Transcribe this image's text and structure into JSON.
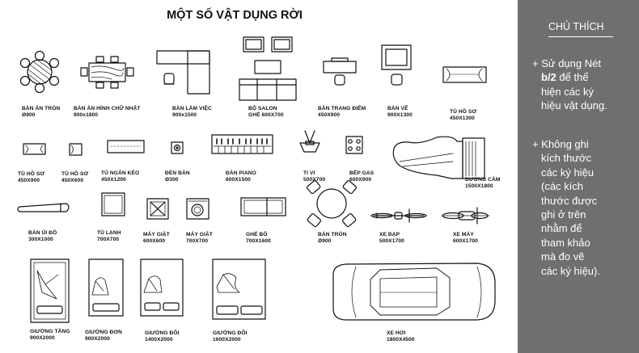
{
  "title": "MỘT SỐ VẬT DỤNG RỜI",
  "labels": {
    "ban_an_tron": [
      "BÀN ĂN TRÒN",
      "Ø900"
    ],
    "ban_an_hcn": [
      "BÀN ĂN HÌNH CHỮ NHẬT",
      "900x1800"
    ],
    "ban_lam_viec": [
      "BÀN LÀM VIỆC",
      "900x1500"
    ],
    "bo_salon": [
      "BỘ SALON",
      "GHẾ 600X700"
    ],
    "ban_trang_diem": [
      "BÀN TRANG ĐIỂM",
      "450X900"
    ],
    "ban_ve": [
      "BÀN VẼ",
      "900X1300"
    ],
    "tu_ho_so_1": [
      "TỦ HỒ SƠ",
      "450X1300"
    ],
    "tu_ho_so_2": [
      "TỦ HỒ SƠ",
      "450X900"
    ],
    "tu_ho_so_3": [
      "TỦ HỒ SƠ",
      "450X600"
    ],
    "tu_ngan_keo": [
      "TỦ NGĂN KÉO",
      "450X1200"
    ],
    "den_ban": [
      "ĐÈN BÀN",
      "Ø300"
    ],
    "dan_piano": [
      "ĐÀN PIANO",
      "600X1500"
    ],
    "ti_vi": [
      "TI VI",
      "500X700"
    ],
    "bep_gas": [
      "BẾP GAS",
      "600X900"
    ],
    "duong_cam": [
      "DƯƠNG CẦM",
      "1500X1800"
    ],
    "ban_ui_do": [
      "BÀN ỦI ĐỒ",
      "300X1000"
    ],
    "tu_lanh": [
      "TỦ LẠNH",
      "700X700"
    ],
    "may_giat_1": [
      "MÁY GIẶT",
      "600X600"
    ],
    "may_giat_2": [
      "MÁY GIẶT",
      "700X700"
    ],
    "ghe_bo": [
      "GHẾ BỐ",
      "700X1600"
    ],
    "ban_tron": [
      "BÀN TRÒN",
      "Ø900"
    ],
    "xe_dap": [
      "XE ĐẠP",
      "500X1700"
    ],
    "xe_may": [
      "XE MÁY",
      "600X1700"
    ],
    "giuong_tang": [
      "GIƯỜNG TẦNG",
      "900X2000"
    ],
    "giuong_don": [
      "GIƯỜNG ĐƠN",
      "900X2000"
    ],
    "giuong_doi_1": [
      "GIƯỜNG ĐÔI",
      "1400X2000"
    ],
    "giuong_doi_2": [
      "GIƯỜNG ĐÔI",
      "1600X2000"
    ],
    "xe_hoi": [
      "XE HƠI",
      "1800X4500"
    ]
  },
  "sidebar": {
    "heading": "CHÚ THÍCH",
    "note1": {
      "lines": [
        "+ Sử dụng Nét"
      ],
      "bold_part": "b/2",
      "after_bold": " để thể",
      "rest": [
        "hiện các ký",
        "hiệu vật dụng."
      ]
    },
    "note2": {
      "lines": [
        "+ Không ghi",
        "kích thước",
        "các ký hiệu",
        "(các kích",
        "thước được",
        "ghi ở trên",
        "nhằm để",
        "tham khảo",
        "mà đo vẽ",
        "các ký hiệu)."
      ]
    }
  },
  "colors": {
    "sidebar_bg": "#6f6f6f",
    "ink": "#111111",
    "paper": "#ffffff"
  }
}
